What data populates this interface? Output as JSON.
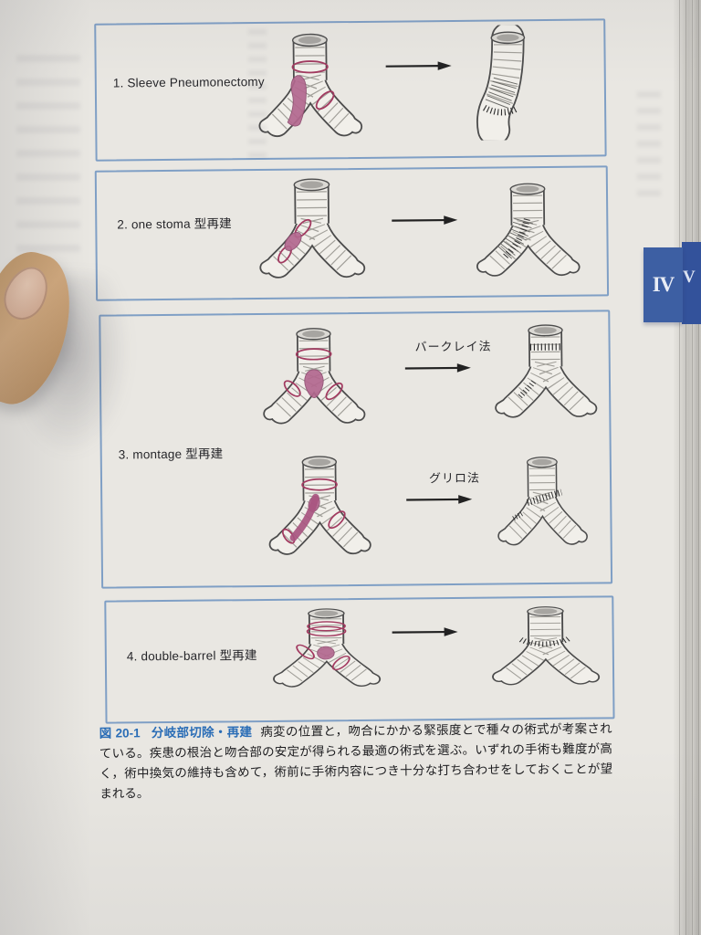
{
  "page": {
    "section_tab": "IV",
    "section_tab_behind": "V",
    "panels": [
      {
        "label": "1. Sleeve Pneumonectomy"
      },
      {
        "label": "2. one stoma 型再建"
      },
      {
        "label": "3. montage 型再建",
        "methods": [
          "バークレイ法",
          "グリロ法"
        ]
      },
      {
        "label": "4. double-barrel 型再建"
      }
    ],
    "figure": {
      "label": "図 20-1",
      "title": "分岐部切除・再建",
      "caption": "病変の位置と，吻合にかかる緊張度とで種々の術式が考案されている。疾患の根治と吻合部の安定が得られる最適の術式を選ぶ。いずれの手術も難度が高く，術中換気の維持も含めて，術前に手術内容につき十分な打ち合わせをしておくことが望まれる。"
    },
    "colors": {
      "panel_border": "#7f9fc5",
      "tab_blue": "#3d5fa3",
      "caption_blue": "#2a6db6",
      "lesion_pink": "#b2688f",
      "resection_red": "#a23a60",
      "paper": "#e9e7e2"
    }
  }
}
